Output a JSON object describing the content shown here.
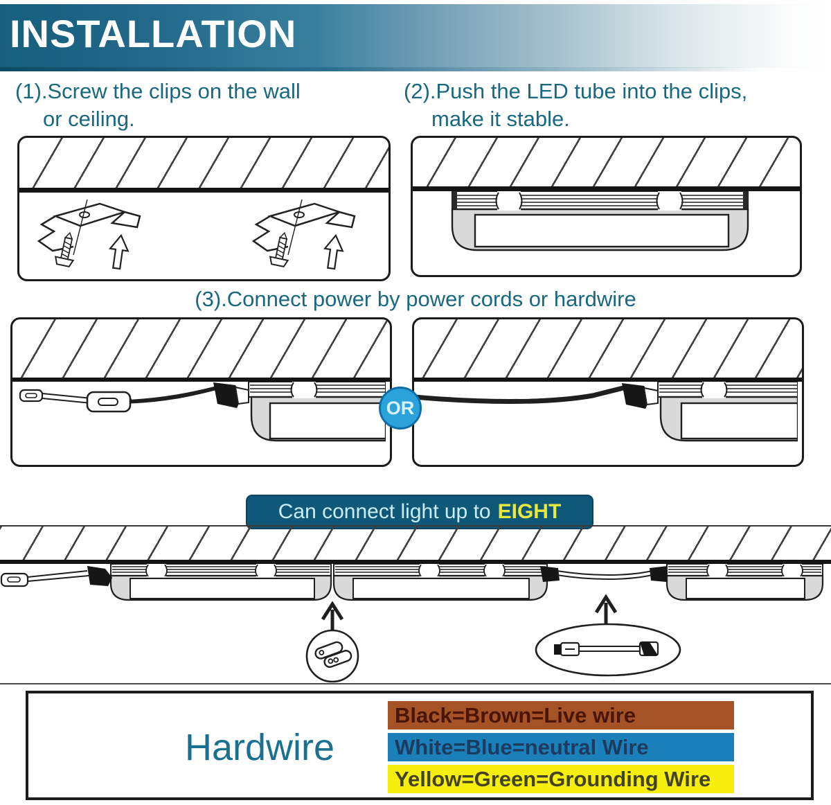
{
  "header": {
    "title": "INSTALLATION"
  },
  "steps": {
    "step1": {
      "line1": "(1).Screw the clips on the wall",
      "line2": "or ceiling."
    },
    "step2": {
      "line1": "(2).Push the LED tube into the clips,",
      "line2": "make it stable."
    },
    "step3": {
      "line1": "(3).Connect power by power cords or hardwire"
    },
    "or_label": "OR"
  },
  "banner": {
    "text": "Can connect light up to",
    "highlight": "EIGHT"
  },
  "hardwire": {
    "title": "Hardwire",
    "wires": [
      {
        "label": "Black=Brown=Live wire"
      },
      {
        "label": "White=Blue=neutral Wire"
      },
      {
        "label": "Yellow=Green=Grounding Wire"
      }
    ]
  },
  "colors": {
    "accent_teal": "#19687f",
    "header_gradient_start": "#175f7d",
    "banner_bg": "#0f5878",
    "banner_text": "#c9eef8",
    "banner_highlight": "#e8e93e",
    "or_badge_bg": "#2ba2da",
    "wire_live_bg": "#a65227",
    "wire_neutral_bg": "#1b80ba",
    "wire_ground_bg": "#f6ee0c"
  }
}
